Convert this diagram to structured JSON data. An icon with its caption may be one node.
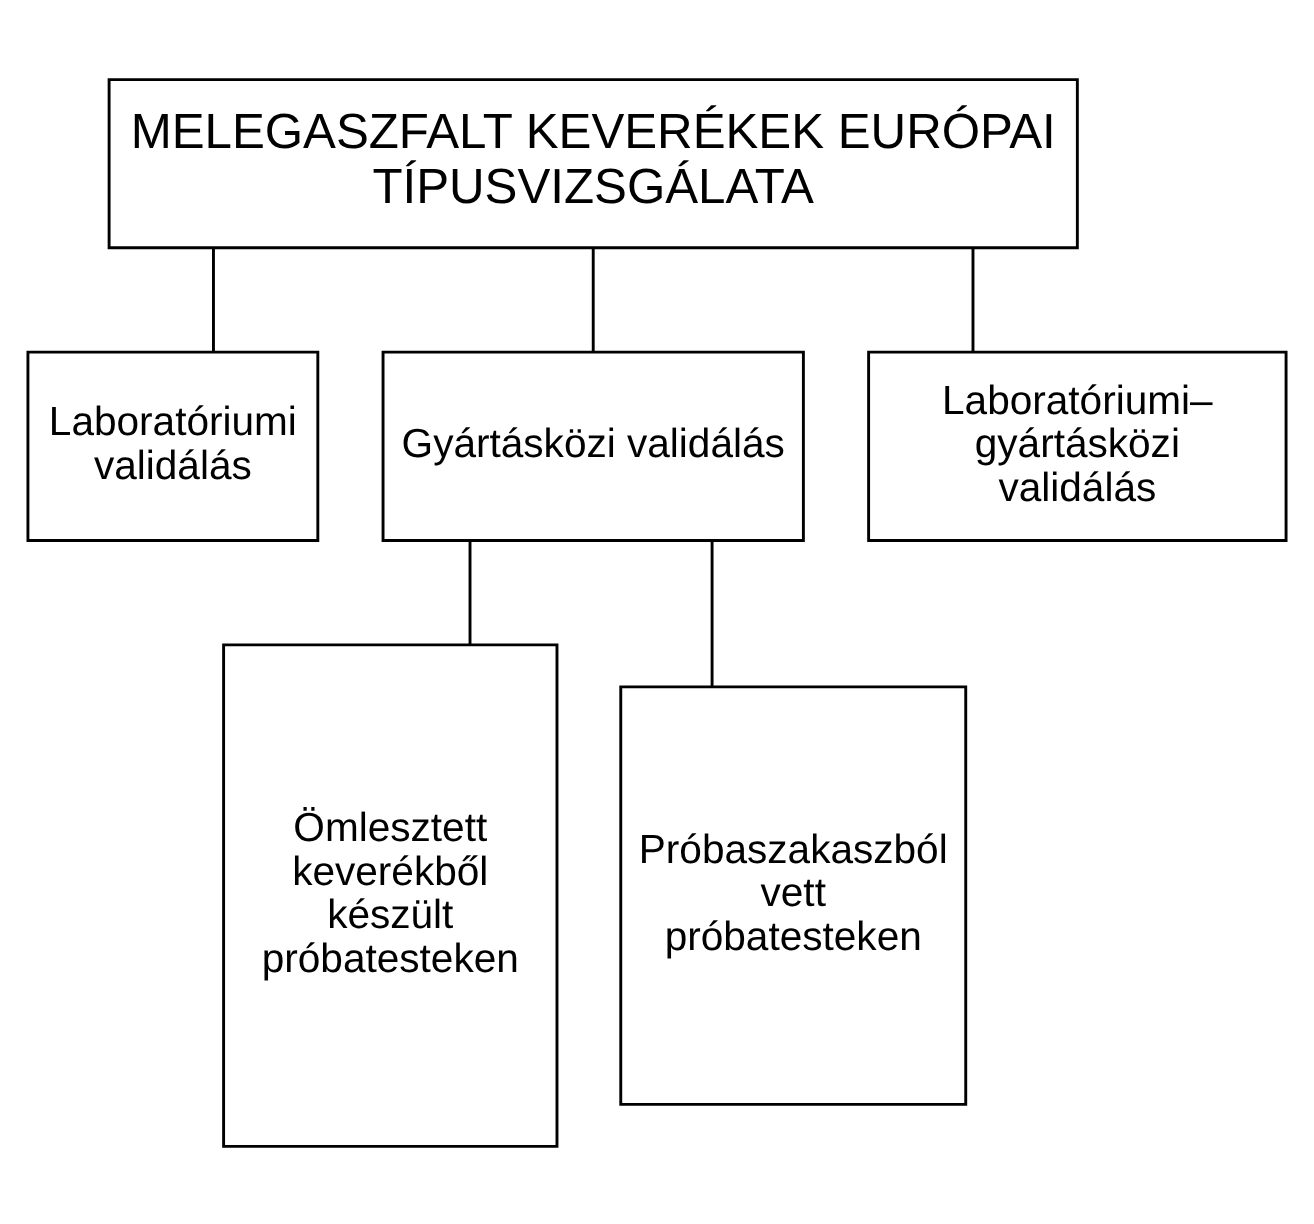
{
  "diagram": {
    "nodes": [
      {
        "text": [
          "MELEGASZFALT KEVERÉKEK EURÓPAI TÍPUSVIZSGÁLATA"
        ]
      },
      {
        "text": [
          "Laboratóriumi validálás"
        ]
      },
      {
        "text": [
          "Gyártásközi validálás"
        ]
      },
      {
        "text": [
          "Laboratóriumi– gyártásközi validálás"
        ]
      },
      {
        "text": [
          "Ömlesztett keverékből készült próbatesteken"
        ]
      },
      {
        "text": [
          "Próbaszakaszból vett próbatesteken"
        ]
      }
    ],
    "edges": [
      {
        "from": 0,
        "to": 1,
        "arrow": "none"
      },
      {
        "from": 0,
        "to": 2,
        "arrow": "none"
      },
      {
        "from": 0,
        "to": 3,
        "arrow": "none"
      },
      {
        "from": 2,
        "to": 4,
        "arrow": "none"
      },
      {
        "from": 2,
        "to": 5,
        "arrow": "none"
      }
    ]
  }
}
